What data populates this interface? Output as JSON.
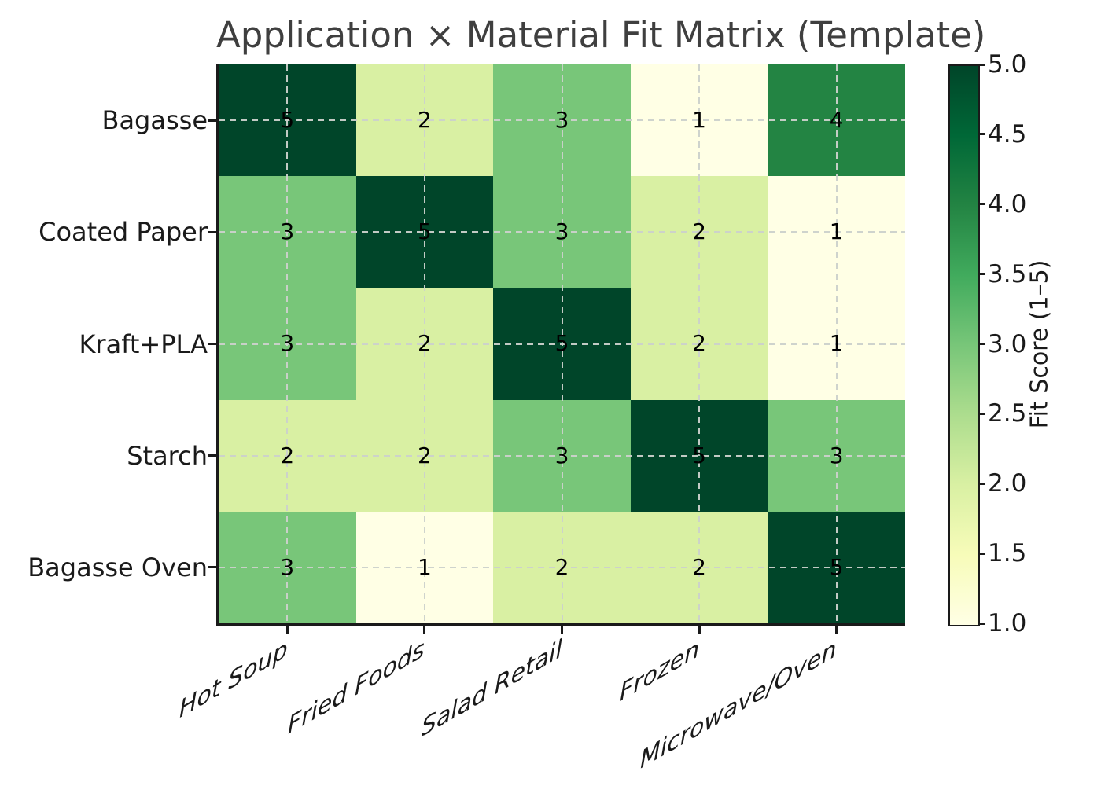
{
  "chart_data": {
    "type": "heatmap",
    "title": "Application × Material Fit Matrix (Template)",
    "rows": [
      "Bagasse",
      "Coated Paper",
      "Kraft+PLA",
      "Starch",
      "Bagasse Oven"
    ],
    "columns": [
      "Hot Soup",
      "Fried Foods",
      "Salad Retail",
      "Frozen",
      "Microwave/Oven"
    ],
    "values": [
      [
        5,
        2,
        3,
        1,
        4
      ],
      [
        3,
        5,
        3,
        2,
        1
      ],
      [
        3,
        2,
        5,
        2,
        1
      ],
      [
        2,
        2,
        3,
        5,
        3
      ],
      [
        3,
        1,
        2,
        2,
        5
      ]
    ],
    "value_range": [
      1,
      5
    ],
    "colormap": {
      "name": "YlGn",
      "value_colors": {
        "1": "#ffffe5",
        "2": "#d9f0a3",
        "3": "#78c679",
        "4": "#238443",
        "5": "#004529"
      },
      "gradient_stops": [
        "#004529",
        "#006837",
        "#238443",
        "#41ab5d",
        "#78c679",
        "#addd8e",
        "#d9f0a3",
        "#f7fcb9",
        "#ffffe5"
      ]
    },
    "colorbar": {
      "label": "Fit Score (1–5)",
      "tick_labels": [
        "5.0",
        "4.5",
        "4.0",
        "3.5",
        "3.0",
        "2.5",
        "2.0",
        "1.5",
        "1.0"
      ]
    },
    "grid": {
      "visible": true,
      "line_style": "dashed"
    }
  }
}
